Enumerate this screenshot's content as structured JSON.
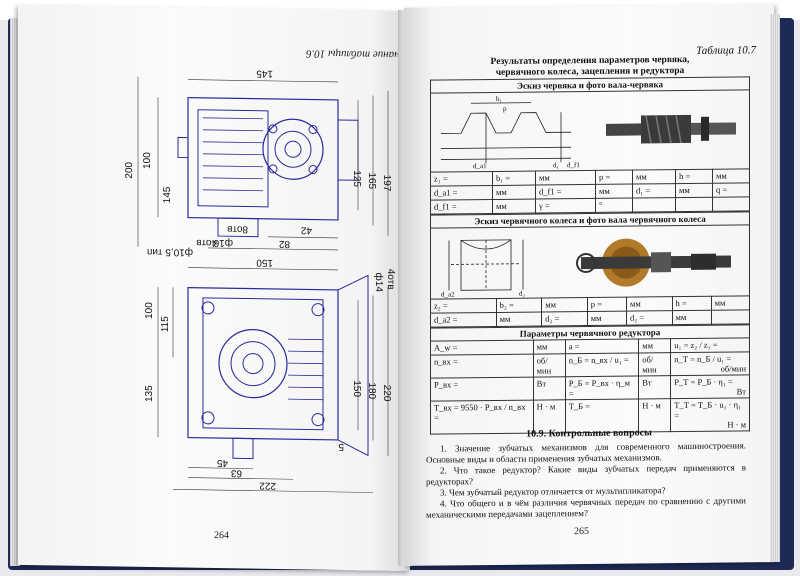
{
  "left_page": {
    "caption": "Окончание таблицы 10.6",
    "page_number": "264",
    "dimensions": {
      "top_view": [
        "145",
        "100",
        "200",
        "145",
        "125",
        "165",
        "197",
        "42",
        "82",
        "8отв",
        "ф16",
        "4отв",
        "ф10,5 тип"
      ],
      "bottom_view": [
        "150",
        "ф14",
        "4отв",
        "115",
        "100",
        "150",
        "180",
        "220",
        "135",
        "5",
        "45",
        "63",
        "222"
      ]
    }
  },
  "right_page": {
    "table_number": "Таблица 10.7",
    "table_title_line1": "Результаты определения параметров червяка,",
    "table_title_line2": "червячного колеса, зацепления и редуктора",
    "worm_section": "Эскиз червяка и фото вала-червяка",
    "wheel_section": "Эскиз червячного колеса и фото вала червячного колеса",
    "reducer_section": "Параметры червячного редуктора",
    "worm_rows": [
      [
        "z₁ =",
        "b₁ =",
        "мм",
        "p =",
        "мм",
        "h =",
        "мм"
      ],
      [
        "d_a1 =",
        "мм",
        "d_f1 =",
        "мм",
        "d₁ =",
        "мм",
        "q ="
      ],
      [
        "d_f1 =",
        "мм",
        "γ =",
        "°",
        "",
        "",
        ""
      ]
    ],
    "wheel_rows": [
      [
        "z₂ =",
        "b₂ =",
        "мм",
        "p =",
        "мм",
        "h =",
        "мм"
      ],
      [
        "d_a2 =",
        "мм",
        "d₂ =",
        "мм",
        "d₂ =",
        "мм",
        ""
      ]
    ],
    "reducer_rows": [
      [
        "A_w =",
        "мм",
        "a =",
        "мм",
        "u₁ = z₂ / z₁ ="
      ],
      [
        "n_вх =",
        "об/мин",
        "n_Б = n_вх / u₁ =",
        "об/мин",
        "n_Т = n_Б / u₁ ="
      ],
      [
        "P_вх =",
        "Вт",
        "P_Б = P_вх · η_м =",
        "Вт",
        "P_Т = P_Б · η₁ ="
      ],
      [
        "T_вх = 9550 · P_вх / n_вх =",
        "Н · м",
        "T_Б =",
        "Н · м",
        "T_Т = T_Б · u₁ · η₁ ="
      ]
    ],
    "units_extra": [
      "об/мин",
      "Вт",
      "Н · м"
    ],
    "sketch_labels": [
      "b₁",
      "p",
      "d_a1",
      "d₁",
      "d_f1",
      "d_a2",
      "d₂"
    ],
    "questions_title": "10.9. Контрольные вопросы",
    "questions": [
      "1. Значение зубчатых механизмов для современного машиностроения. Основные виды и области применения зубчатых механизмов.",
      "2. Что такое редуктор? Какие виды зубчатых передач применяются в редукторах?",
      "3. Чем зубчатый редуктор отличается от мультипликатора?",
      "4. Что общего и в чём различия червячных передач по сравнению с другими механическими передачами зацеплением?"
    ],
    "page_number": "265"
  }
}
